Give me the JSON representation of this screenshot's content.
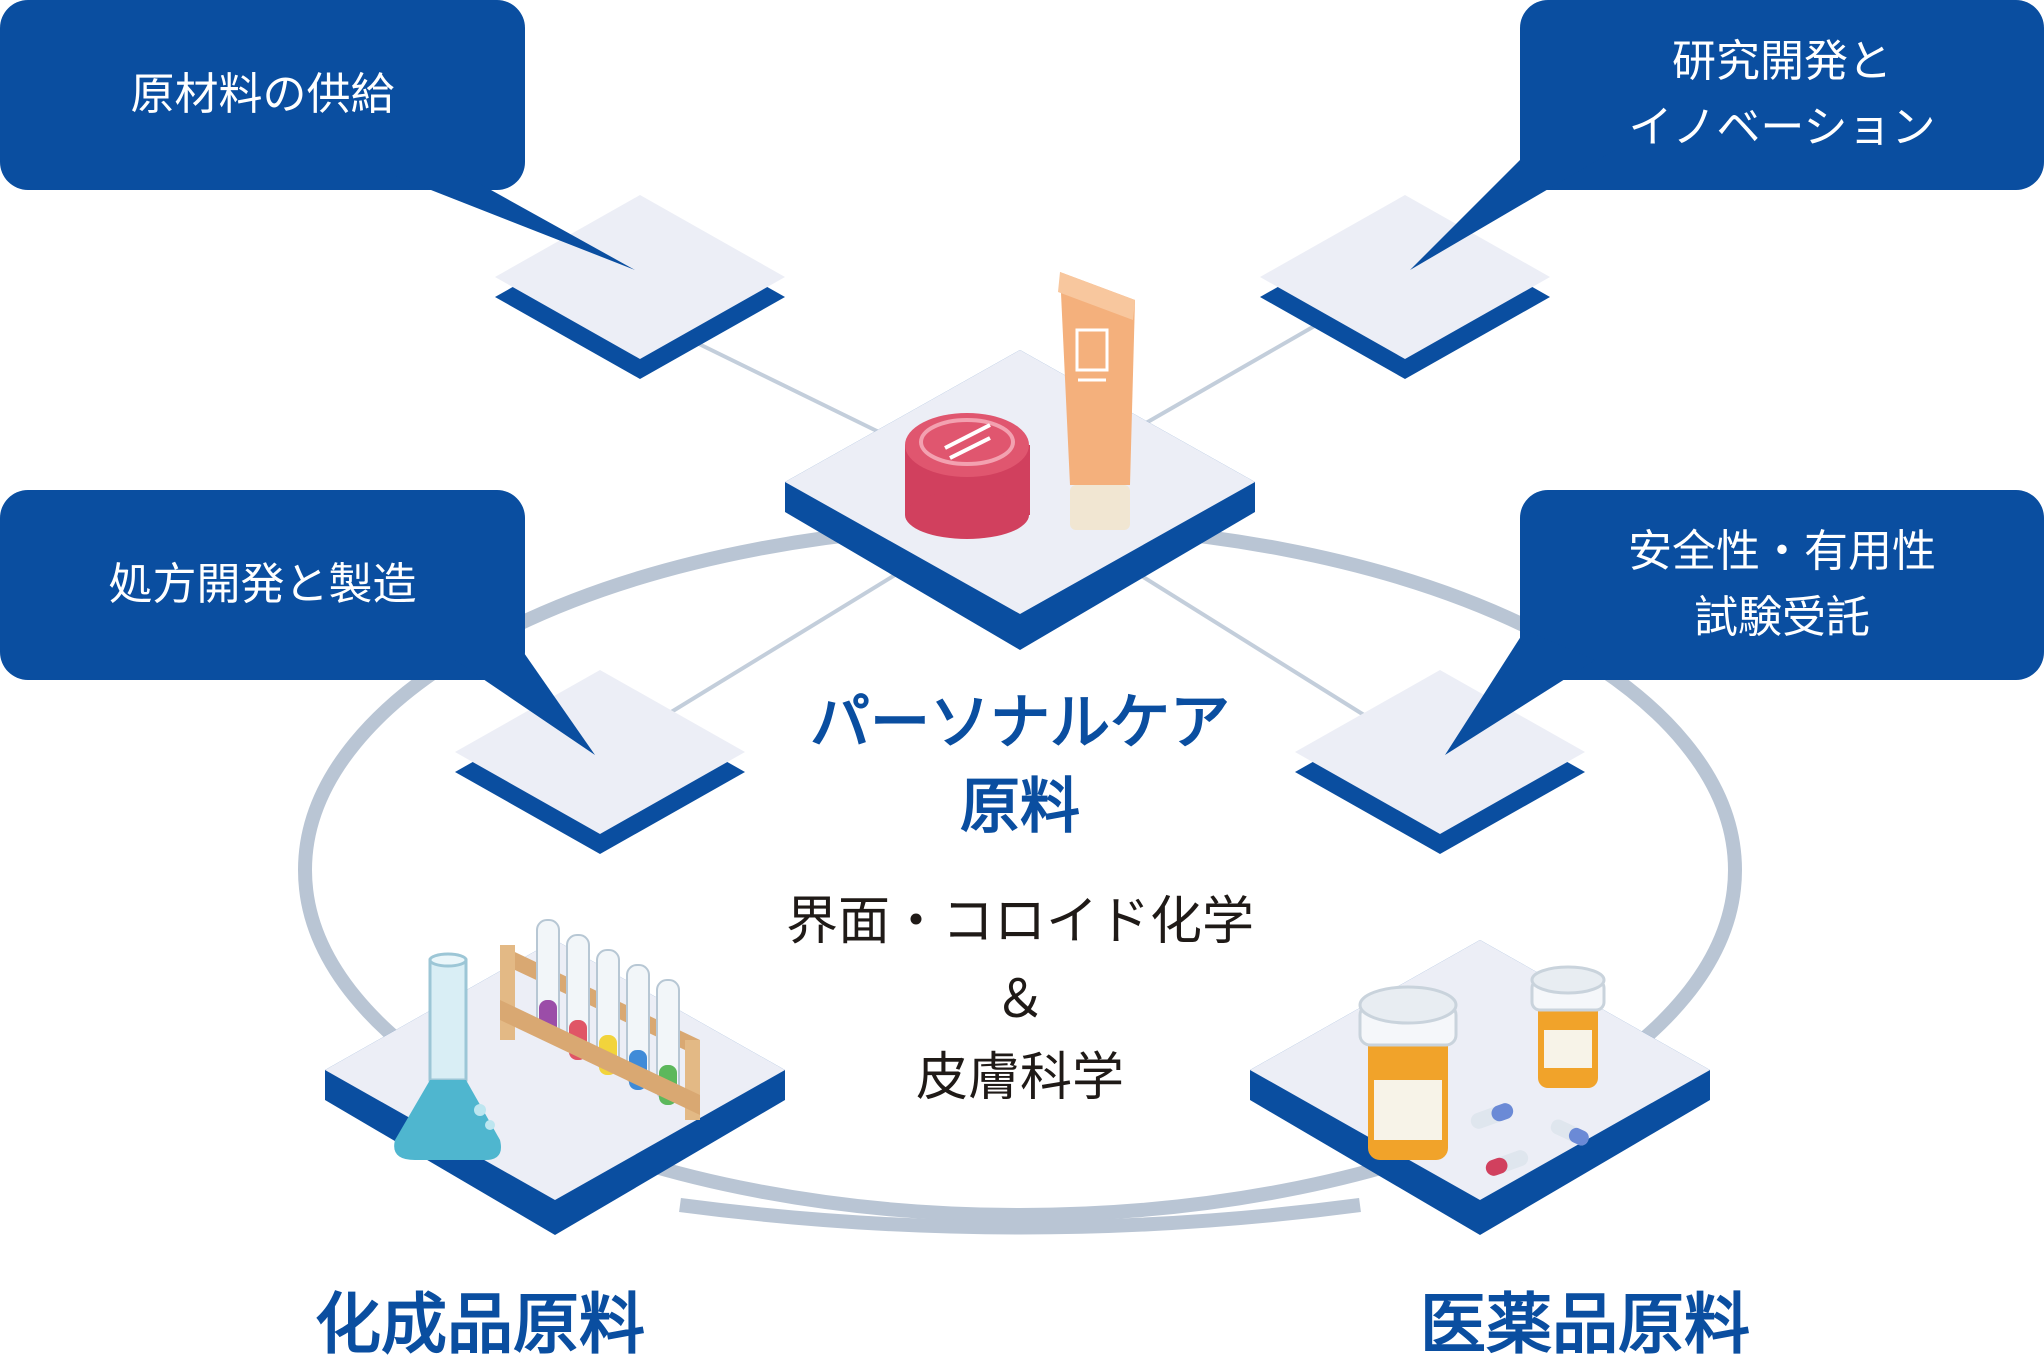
{
  "colors": {
    "navy": "#0a4ea0",
    "tile_top": "#eceef6",
    "ring": "#b9c5d4",
    "line": "#c3cedb",
    "text_dark": "#1f1a17"
  },
  "bubbles": {
    "raw_material_supply": {
      "line1": "原材料の供給",
      "line2": ""
    },
    "rnd_innovation": {
      "line1": "研究開発と",
      "line2": "イノベーション"
    },
    "formulation_manufacturing": {
      "line1": "処方開発と製造",
      "line2": ""
    },
    "safety_efficacy_testing": {
      "line1": "安全性・有用性",
      "line2": "試験受託"
    }
  },
  "center": {
    "line1": "界面・コロイド化学",
    "line2": "＆",
    "line3": "皮膚科学"
  },
  "categories": {
    "personal_care": {
      "line1": "パーソナルケア",
      "line2": "原料",
      "icons": [
        "cream-jar-icon",
        "tube-icon"
      ]
    },
    "chemical": {
      "line1": "化成品原料",
      "icons": [
        "flask-icon",
        "test-tube-rack-icon"
      ]
    },
    "pharma": {
      "line1": "医薬品原料",
      "icons": [
        "pill-bottle-icon",
        "capsule-icon"
      ]
    }
  }
}
